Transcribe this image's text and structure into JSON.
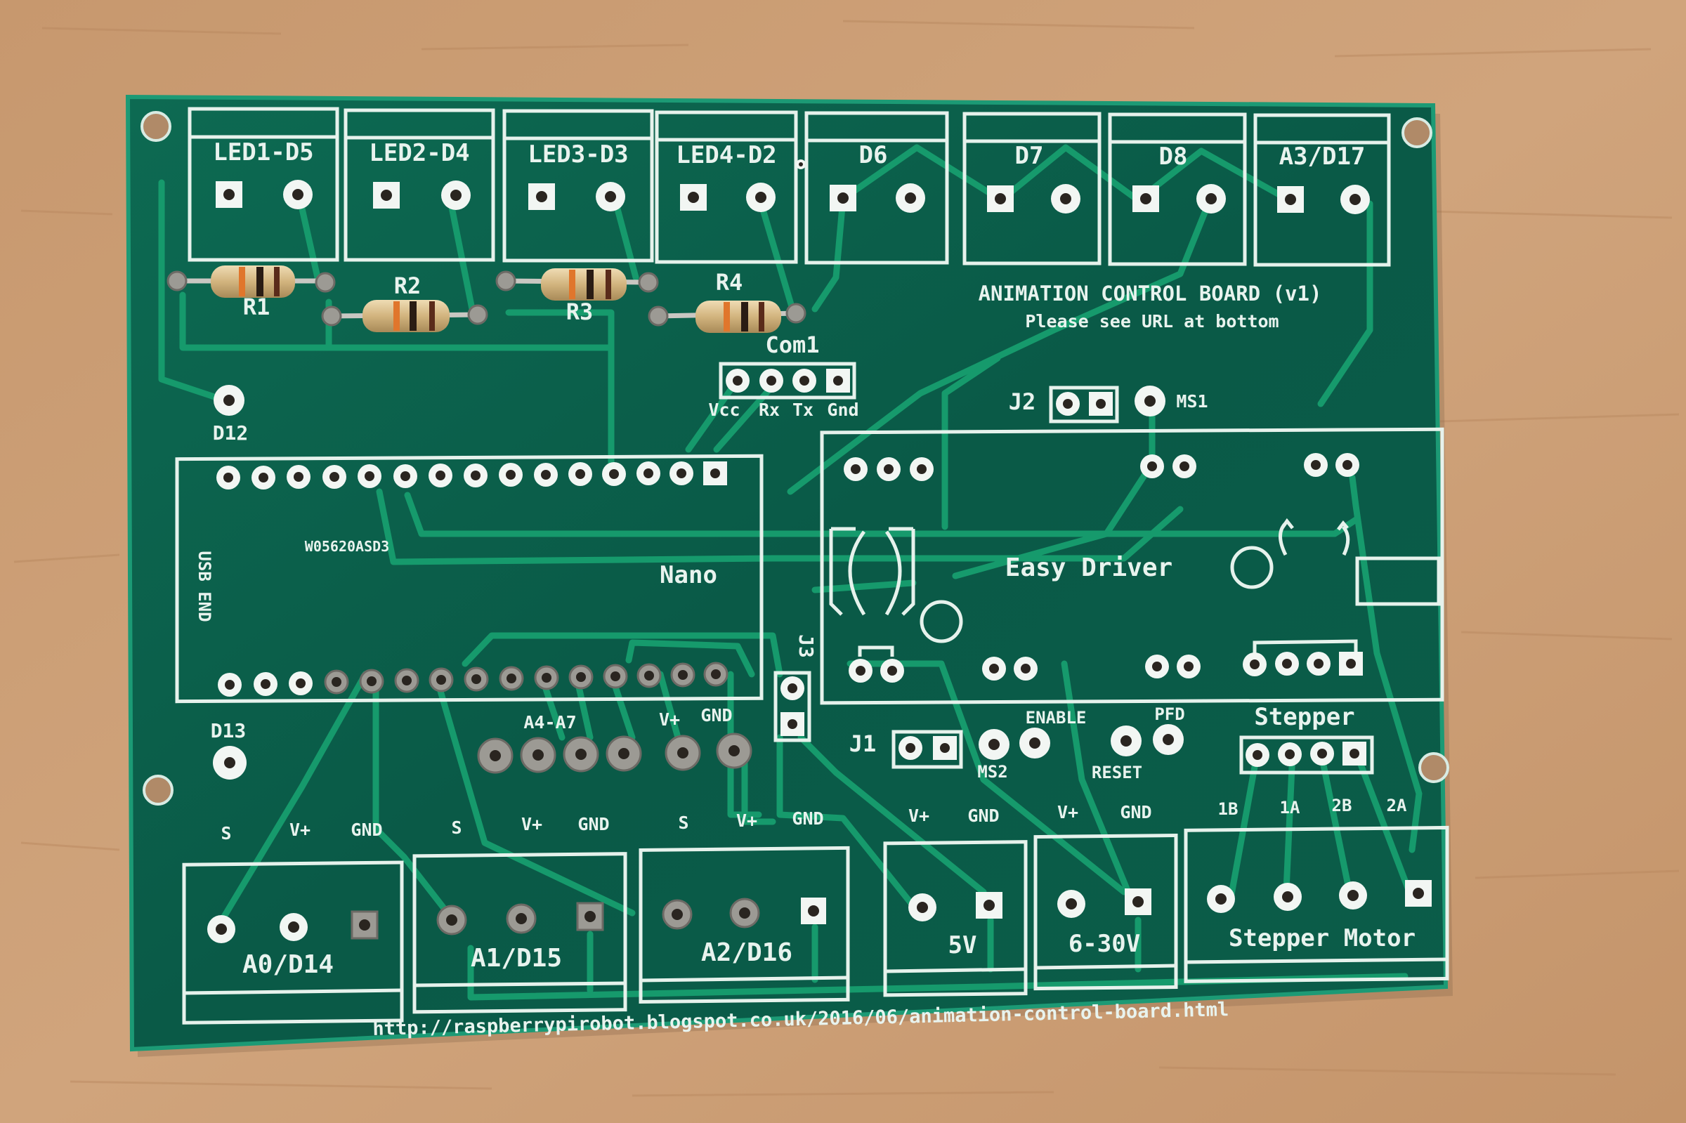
{
  "scene": {
    "description": "Bare green printed circuit board (Animation Control Board v1) with four resistors fitted, lying on a wooden table",
    "colors": {
      "table": "#c99b72",
      "board": "#0b5e4a",
      "board_edge": "#138a68",
      "trace": "#169a6c",
      "silkscreen": "#e8f3ee",
      "pad": "#f2f6f3",
      "resistor_body": "#d2b47e"
    }
  },
  "board": {
    "title": "ANIMATION CONTROL BOARD (v1)",
    "subtitle": "Please see URL at bottom",
    "url": "http://raspberrypirobot.blogspot.co.uk/2016/06/animation-control-board.html",
    "top_connectors": [
      {
        "label": "LED1-D5"
      },
      {
        "label": "LED2-D4"
      },
      {
        "label": "LED3-D3"
      },
      {
        "label": "LED4-D2"
      },
      {
        "label": "D6"
      },
      {
        "label": "D7"
      },
      {
        "label": "D8"
      },
      {
        "label": "A3/D17"
      }
    ],
    "resistors": [
      {
        "label": "R1"
      },
      {
        "label": "R2"
      },
      {
        "label": "R3"
      },
      {
        "label": "R4"
      }
    ],
    "com_header": {
      "label": "Com1",
      "pins": [
        "Vcc",
        "Rx",
        "Tx",
        "Gnd"
      ]
    },
    "single_pads": {
      "d12": "D12",
      "d13": "D13"
    },
    "nano": {
      "label": "Nano",
      "part_code": "W05620ASD3",
      "usb_label": "USB END"
    },
    "easy_driver": {
      "label": "Easy Driver"
    },
    "jumpers": {
      "j1": "J1",
      "j2": "J2",
      "j3": "J3",
      "ms1": "MS1",
      "ms2": "MS2"
    },
    "driver_pins": {
      "enable": "ENABLE",
      "pfd": "PFD",
      "reset": "RESET",
      "stepper": "Stepper"
    },
    "analog_group": {
      "label": "A4-A7",
      "vplus": "V+",
      "gnd": "GND"
    },
    "pin_labels_row": [
      {
        "text": "S"
      },
      {
        "text": "V+"
      },
      {
        "text": "GND"
      },
      {
        "text": "S"
      },
      {
        "text": "V+"
      },
      {
        "text": "GND"
      },
      {
        "text": "S"
      },
      {
        "text": "V+"
      },
      {
        "text": "GND"
      },
      {
        "text": "V+"
      },
      {
        "text": "GND"
      },
      {
        "text": "V+"
      },
      {
        "text": "GND"
      }
    ],
    "stepper_coils": [
      "1B",
      "1A",
      "2B",
      "2A"
    ],
    "bottom_connectors": [
      {
        "label": "A0/D14"
      },
      {
        "label": "A1/D15"
      },
      {
        "label": "A2/D16"
      },
      {
        "label": "5V"
      },
      {
        "label": "6-30V"
      },
      {
        "label": "Stepper Motor"
      }
    ]
  }
}
